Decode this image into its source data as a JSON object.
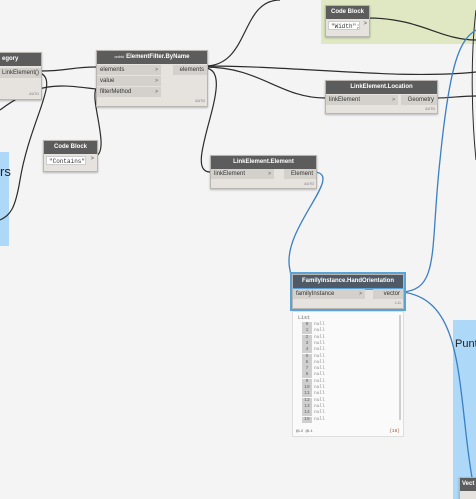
{
  "nodes": {
    "category_partial": {
      "title": "egory",
      "output": "LinkElement()",
      "lacing": "AUTO"
    },
    "element_filter": {
      "badge": "orchid",
      "title": "ElementFilter.ByName",
      "inputs": [
        "elements",
        "value",
        "filterMethod"
      ],
      "output": "elements",
      "lacing": "AUTO"
    },
    "code_block_contains": {
      "title": "Code Block",
      "code": "\"Contains\";",
      "arrow": ">"
    },
    "code_block_width": {
      "title": "Code Block",
      "code": "\"Width\";",
      "arrow": ">"
    },
    "link_element_location": {
      "title": "LinkElement.Location",
      "input": "linkElement",
      "output": "Geometry",
      "lacing": "AUTO"
    },
    "link_element_element": {
      "title": "LinkElement.Element",
      "input": "linkElement",
      "output": "Element",
      "lacing": "AUTO"
    },
    "hand_orientation": {
      "title": "FamilyInstance.HandOrientation",
      "input": "familyInstance",
      "output": "vector",
      "lacing": "L11",
      "preview": {
        "header": "List",
        "rows": [
          {
            "index": "0",
            "value": "null"
          },
          {
            "index": "1",
            "value": "null"
          },
          {
            "index": "2",
            "value": "null"
          },
          {
            "index": "3",
            "value": "null"
          },
          {
            "index": "4",
            "value": "null"
          },
          {
            "index": "5",
            "value": "null"
          },
          {
            "index": "6",
            "value": "null"
          },
          {
            "index": "7",
            "value": "null"
          },
          {
            "index": "8",
            "value": "null"
          },
          {
            "index": "9",
            "value": "null"
          },
          {
            "index": "10",
            "value": "null"
          },
          {
            "index": "11",
            "value": "null"
          },
          {
            "index": "12",
            "value": "null"
          },
          {
            "index": "13",
            "value": "null"
          },
          {
            "index": "14",
            "value": "null"
          },
          {
            "index": "15",
            "value": "null"
          }
        ],
        "footer_left": "@L2 @L1",
        "footer_right": "{16}"
      }
    }
  },
  "groups": {
    "left_partial_text": "rs",
    "right_punt_text": "Punt",
    "right_vector_text": "Vect"
  },
  "colors": {
    "wire_dark": "#2b2b2b",
    "wire_selected": "#3a7fc4",
    "group_blue": "#aed8f7",
    "group_green": "#dfe8c3",
    "node_header": "#5c5c5c",
    "node_body": "#e6e3df"
  }
}
